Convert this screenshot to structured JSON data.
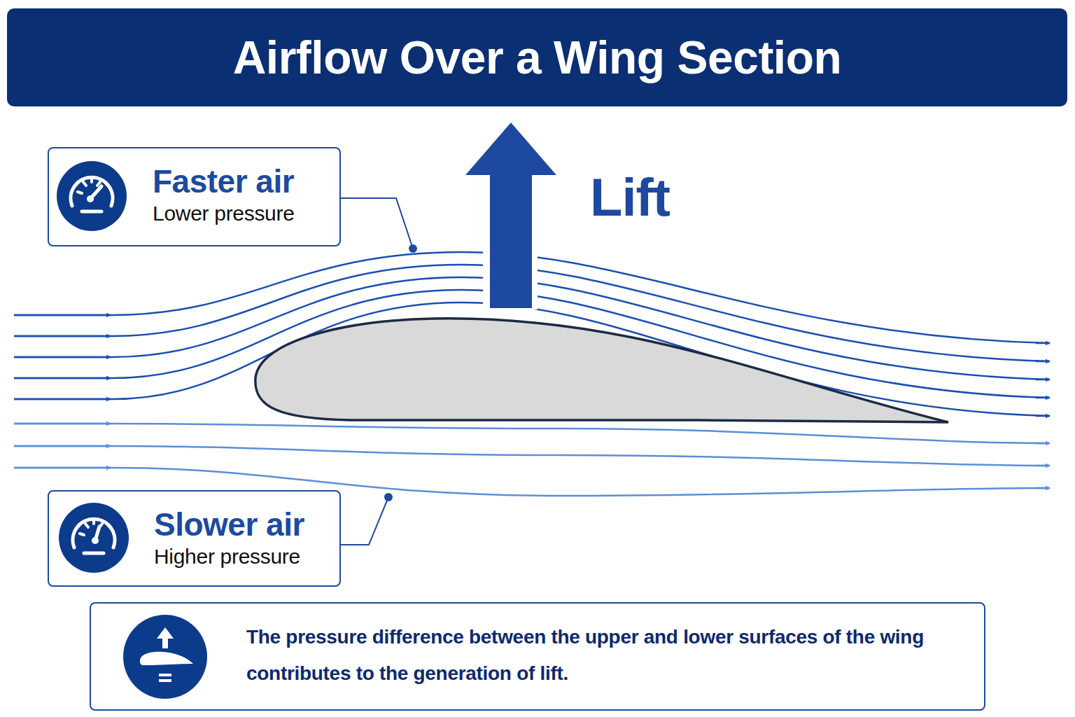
{
  "diagram": {
    "title": "Airflow Over a Wing Section",
    "nodes": [
      {
        "text": [
          "Faster air",
          "Lower pressure"
        ]
      },
      {
        "text": [
          "Slower air",
          "Higher pressure"
        ]
      },
      {
        "text": [
          "The pressure difference between the upper and lower surfaces of the wing contributes to the generation of lift."
        ]
      }
    ],
    "labels": [
      "Lift"
    ]
  }
}
